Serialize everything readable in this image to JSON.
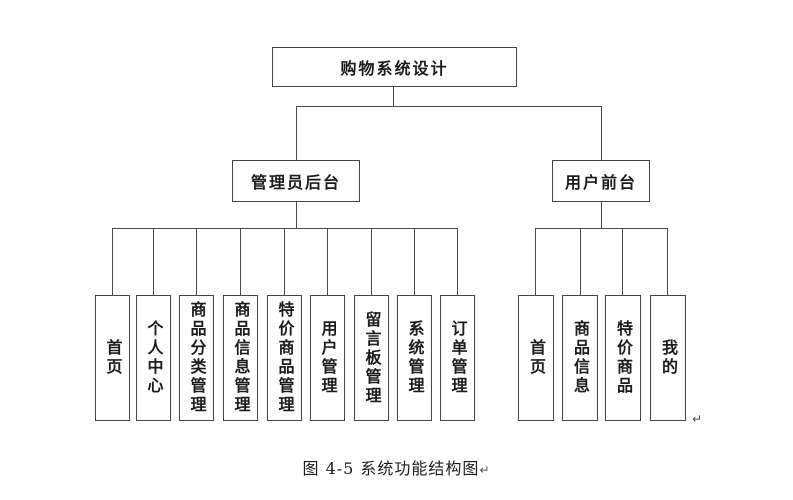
{
  "diagram": {
    "root": {
      "label": "购物系统设计"
    },
    "branches": [
      {
        "label": "管理员后台",
        "children": [
          "首页",
          "个人中心",
          "商品分类管理",
          "商品信息管理",
          "特价商品管理",
          "用户管理",
          "留言板管理",
          "系统管理",
          "订单管理"
        ]
      },
      {
        "label": "用户前台",
        "children": [
          "首页",
          "商品信息",
          "特价商品",
          "我的"
        ]
      }
    ],
    "caption": "图 4-5 系统功能结构图",
    "paragraph_mark": "↵",
    "colors": {
      "line": "#4a4a4a",
      "border": "#454545",
      "text": "#1c1c1c",
      "background": "#ffffff"
    }
  }
}
